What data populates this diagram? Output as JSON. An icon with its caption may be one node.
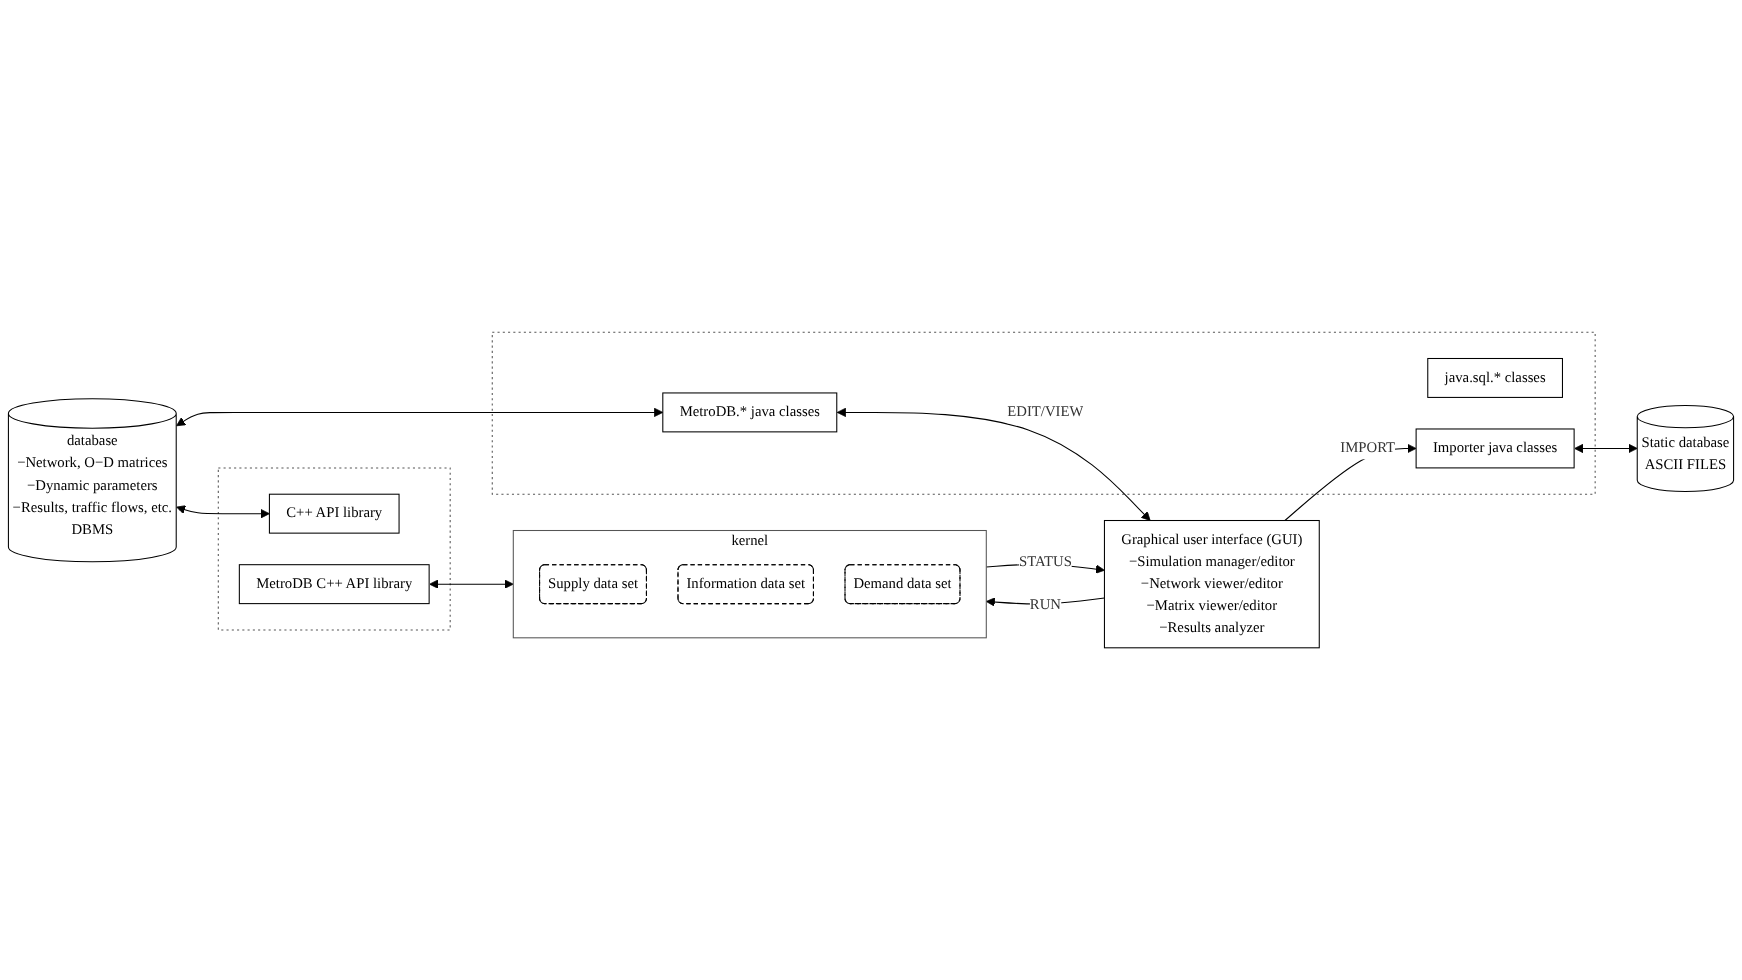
{
  "diagram": {
    "nodes": [
      {
        "text": [
          "database",
          "−Network, O−D matrices",
          "−Dynamic parameters",
          "−Results, traffic flows, etc.",
          "DBMS"
        ]
      },
      {
        "text": [],
        "shape": "box"
      },
      {
        "text": [
          "java.sql.*  classes"
        ],
        "in": 1
      },
      {
        "text": [
          "MetroDB.* java classes"
        ],
        "in": 1
      },
      {
        "text": [
          "Importer java classes"
        ],
        "in": 1
      },
      {
        "text": [
          "Static database",
          "ASCII FILES"
        ]
      },
      {
        "text": [],
        "shape": "box"
      },
      {
        "text": [
          "C++ API library"
        ],
        "in": 6
      },
      {
        "text": [
          "MetroDB C++ API library"
        ],
        "in": 6
      },
      {
        "text": [
          "Graphical user interface (GUI)",
          "−Simulation manager/editor",
          "−Network viewer/editor",
          "−Matrix viewer/editor",
          "−Results analyzer"
        ]
      },
      {
        "text": [
          "kernel"
        ]
      },
      {
        "text": [
          "Supply data set"
        ],
        "in": 10
      },
      {
        "text": [
          "Information data set"
        ],
        "in": 10
      },
      {
        "text": [
          "Demand data set"
        ],
        "in": 10
      }
    ],
    "edges": [
      {
        "from": 0,
        "to": 3,
        "arrow": "both"
      },
      {
        "from": 4,
        "to": 5,
        "arrow": "both"
      },
      {
        "from": 0,
        "to": 7,
        "arrow": "both"
      },
      {
        "from": 8,
        "to": 10,
        "arrow": "both"
      },
      {
        "from": 9,
        "to": 4,
        "arrow": "to",
        "label": "IMPORT"
      },
      {
        "from": 3,
        "to": 9,
        "arrow": "both",
        "label": "EDIT/VIEW"
      },
      {
        "from": 9,
        "to": 10,
        "arrow": "to",
        "label": "RUN"
      },
      {
        "from": 10,
        "to": 9,
        "arrow": "to",
        "label": "STATUS"
      }
    ]
  }
}
